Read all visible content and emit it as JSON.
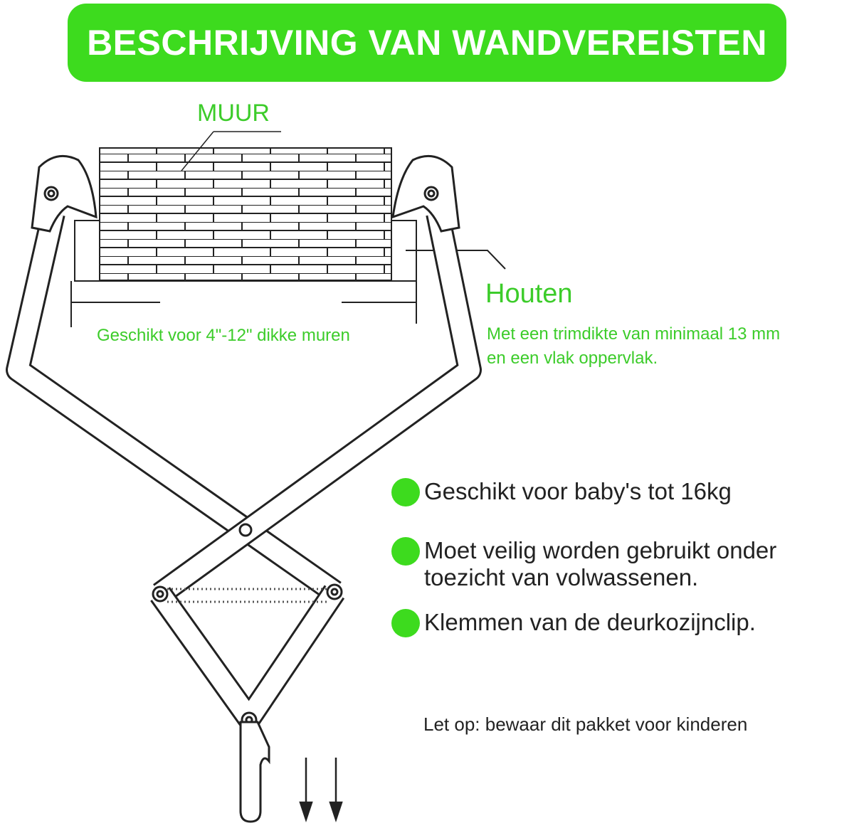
{
  "title": "BESCHRIJVING VAN WANDVEREISTEN",
  "labels": {
    "wall": "MUUR",
    "wood": "Houten",
    "wall_note": "Geschikt voor 4\"-12\" dikke muren",
    "trim_note_1": "Met een trimdikte van minimaal 13 mm",
    "trim_note_2": "en een vlak oppervlak."
  },
  "features": [
    {
      "text": "Geschikt voor baby's tot 16kg"
    },
    {
      "text": "Moet veilig worden gebruikt onder toezicht van volwassenen."
    },
    {
      "text": "Klemmen van de deurkozijnclip."
    }
  ],
  "warning": "Let op: bewaar dit pakket voor kinderen",
  "colors": {
    "accent": "#3ddb1e",
    "label": "#3ccc2a"
  }
}
